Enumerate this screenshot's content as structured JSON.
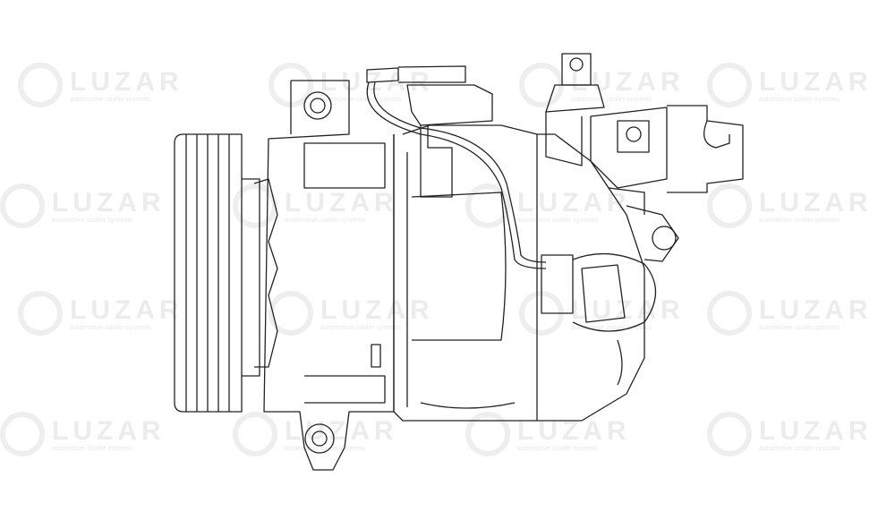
{
  "watermark": {
    "brand": "LUZAR",
    "tagline": "automotive cooler systems"
  },
  "illustration": "ac-compressor-line-drawing"
}
